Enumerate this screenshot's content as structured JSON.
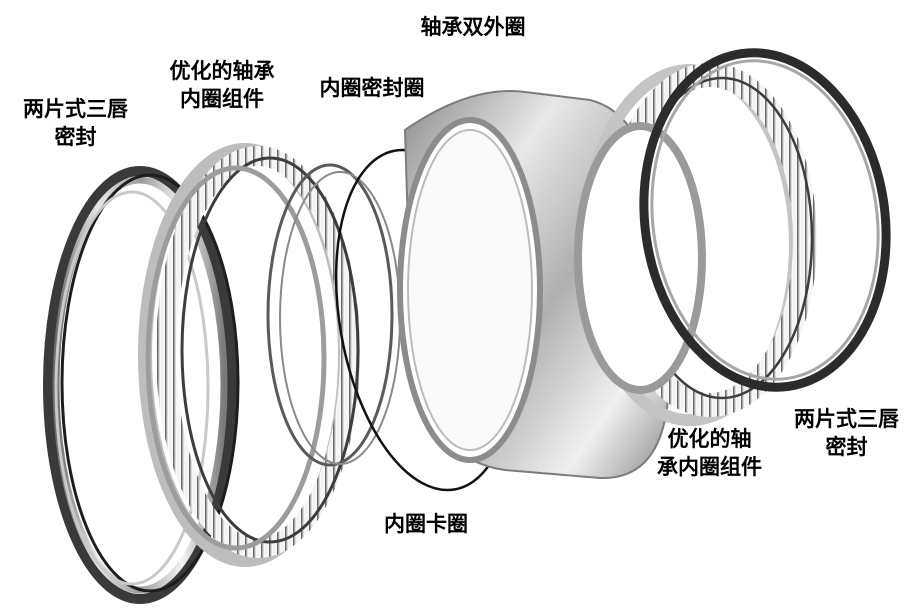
{
  "labels": {
    "seal_left": "两片式三唇\n密封",
    "inner_ring_left": "优化的轴承\n内圈组件",
    "inner_seal": "内圈密封圈",
    "outer_ring": "轴承双外圈",
    "snap_ring": "内圈卡圈",
    "inner_ring_right": "优化的轴\n承内圈组件",
    "seal_right": "两片式三唇\n密封"
  }
}
